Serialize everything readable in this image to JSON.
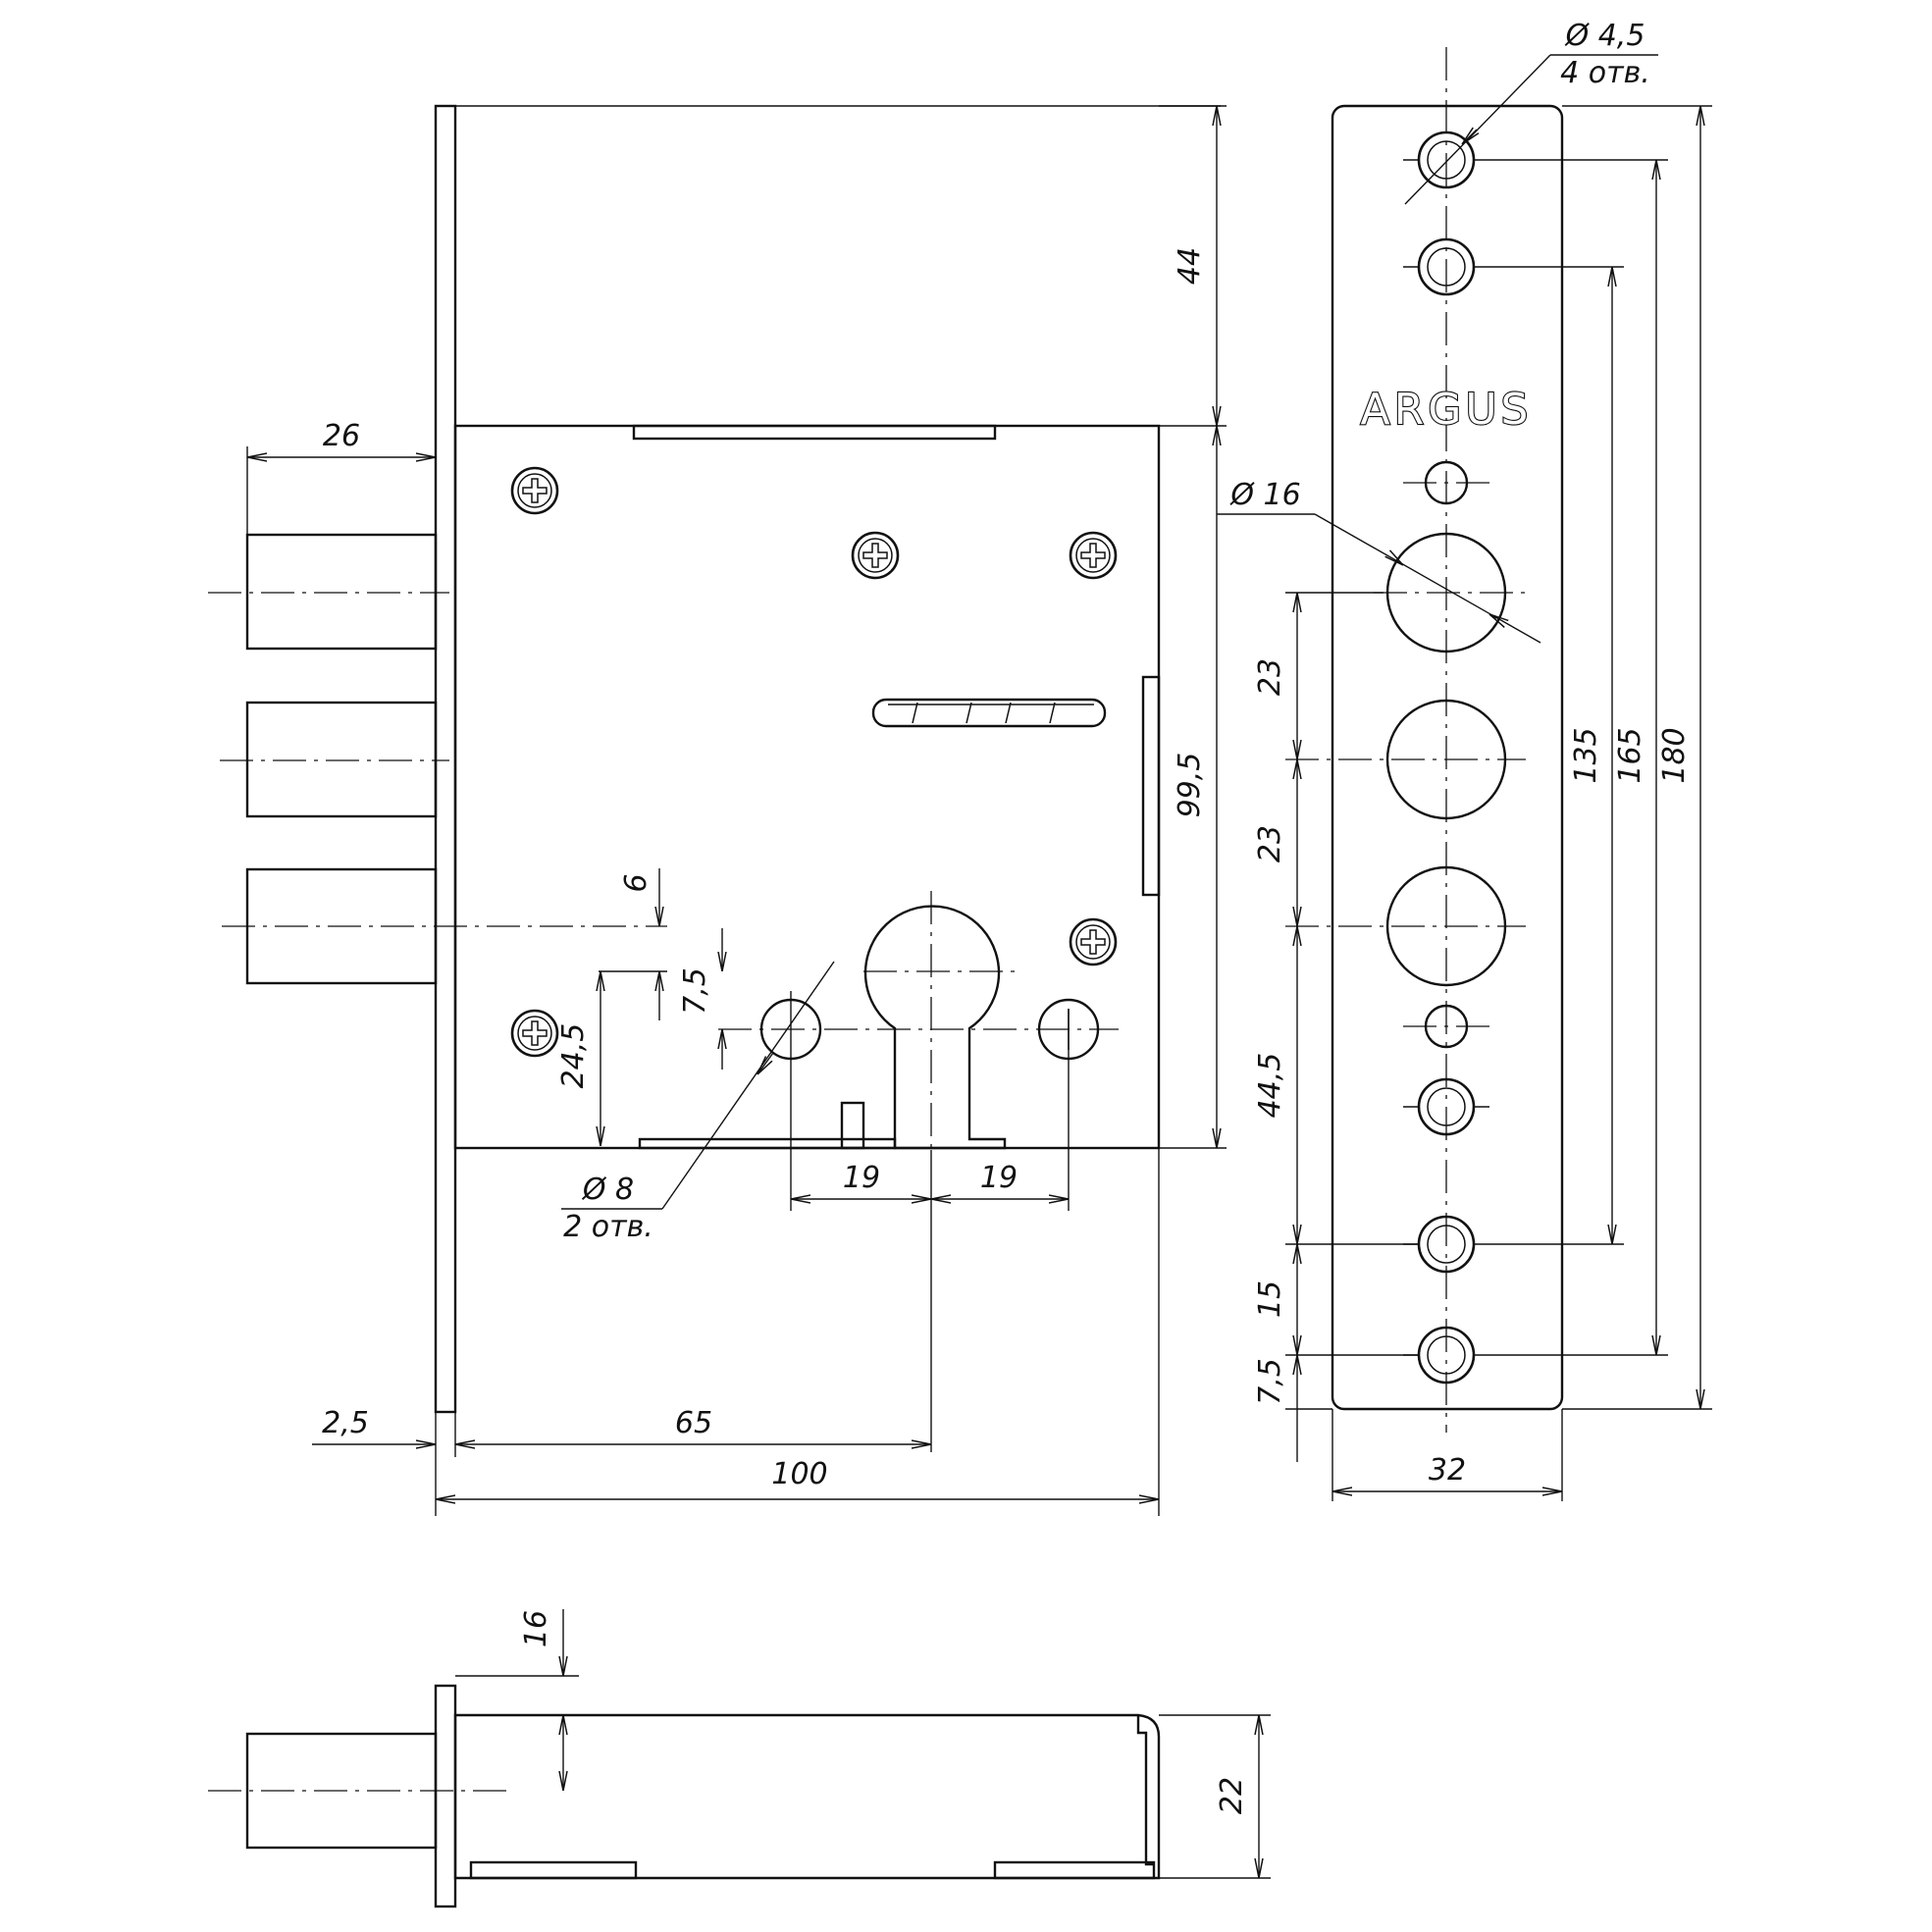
{
  "brand": "ARGUS",
  "dimensions": {
    "d_44": "44",
    "d_26": "26",
    "d_99_5": "99,5",
    "d_6": "6",
    "d_7_5_key": "7,5",
    "d_24_5": "24,5",
    "d_19_left": "19",
    "d_19_right": "19",
    "d_65": "65",
    "d_2_5": "2,5",
    "d_100": "100",
    "phi_8": "Ø 8",
    "phi_8_qty": "2 отв.",
    "phi_4_5": "Ø 4,5",
    "phi_4_5_qty": "4 отв.",
    "phi_16": "Ø 16",
    "d_23_a": "23",
    "d_23_b": "23",
    "d_44_5": "44,5",
    "d_15": "15",
    "d_7_5_plate": "7,5",
    "d_32": "32",
    "d_135": "135",
    "d_165": "165",
    "d_180": "180",
    "d_16": "16",
    "d_22": "22"
  }
}
